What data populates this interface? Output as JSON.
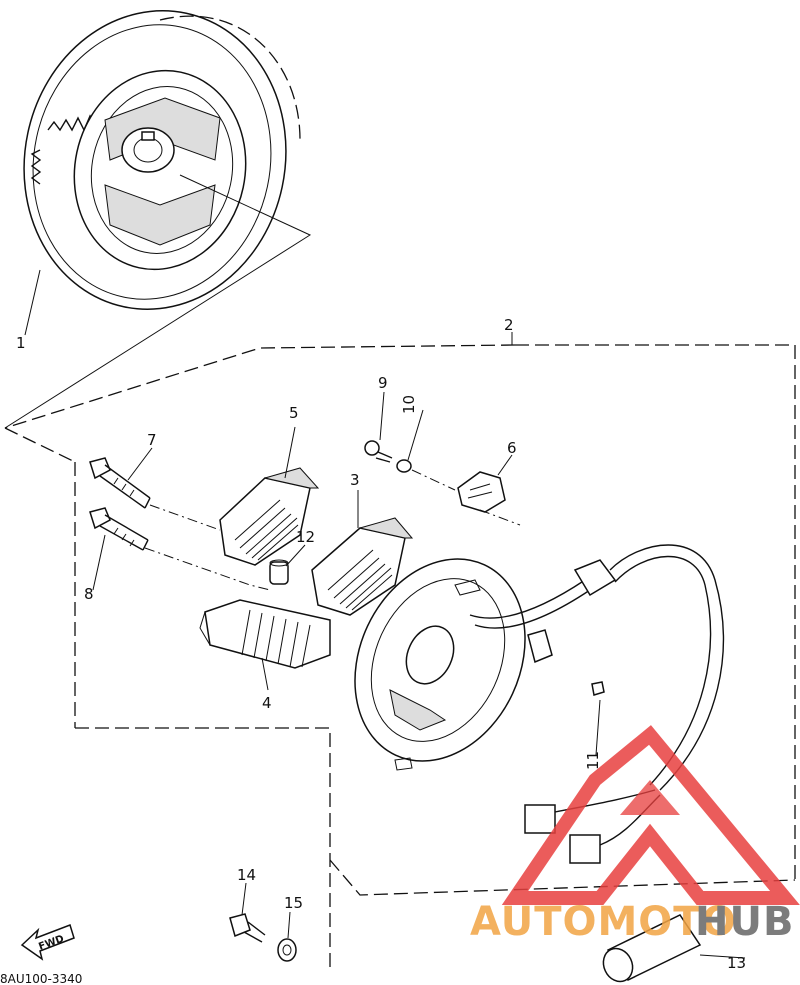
{
  "diagram": {
    "part_labels": [
      "1",
      "2",
      "3",
      "4",
      "5",
      "6",
      "7",
      "8",
      "9",
      "10",
      "11",
      "12",
      "13",
      "14",
      "15"
    ],
    "drawing_code": "8AU100-3340",
    "fwd_arrow_text": "FWD"
  },
  "watermark": {
    "text_part1": "AUTOMOTO",
    "text_part2": "HUB",
    "colors": {
      "triangle": "#e8403f",
      "text1": "#f2a444",
      "text2": "#666666"
    }
  }
}
